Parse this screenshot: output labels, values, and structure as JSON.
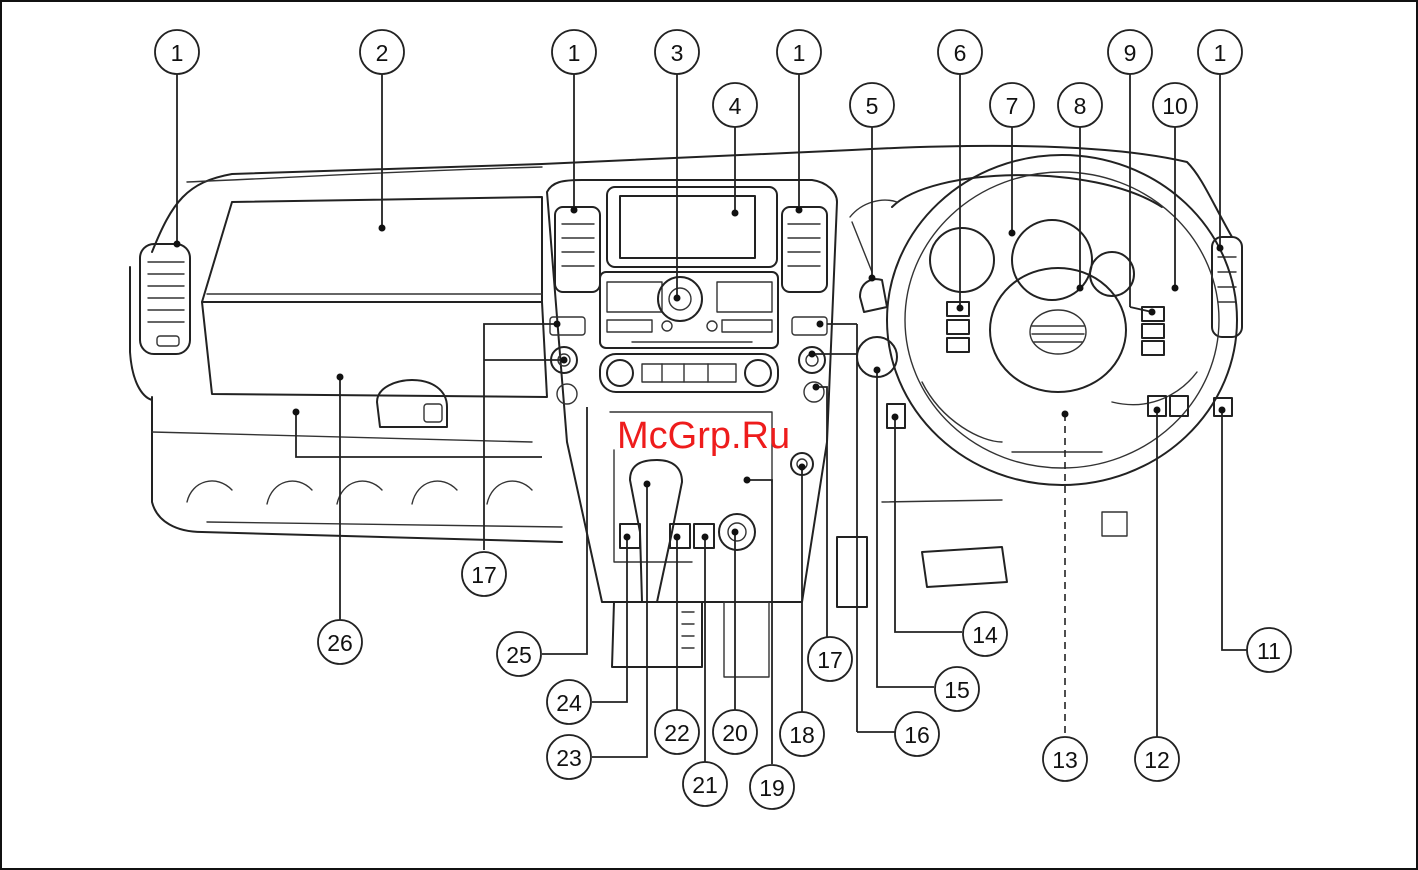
{
  "watermark": "McGrp.Ru",
  "callouts": [
    {
      "id": "c1a",
      "label": "1"
    },
    {
      "id": "c2",
      "label": "2"
    },
    {
      "id": "c1b",
      "label": "1"
    },
    {
      "id": "c3",
      "label": "3"
    },
    {
      "id": "c1c",
      "label": "1"
    },
    {
      "id": "c4",
      "label": "4"
    },
    {
      "id": "c5",
      "label": "5"
    },
    {
      "id": "c6",
      "label": "6"
    },
    {
      "id": "c7",
      "label": "7"
    },
    {
      "id": "c8",
      "label": "8"
    },
    {
      "id": "c9",
      "label": "9"
    },
    {
      "id": "c10",
      "label": "10"
    },
    {
      "id": "c1d",
      "label": "1"
    },
    {
      "id": "c17a",
      "label": "17"
    },
    {
      "id": "c26",
      "label": "26"
    },
    {
      "id": "c25",
      "label": "25"
    },
    {
      "id": "c24",
      "label": "24"
    },
    {
      "id": "c23",
      "label": "23"
    },
    {
      "id": "c22",
      "label": "22"
    },
    {
      "id": "c21",
      "label": "21"
    },
    {
      "id": "c20",
      "label": "20"
    },
    {
      "id": "c19",
      "label": "19"
    },
    {
      "id": "c18",
      "label": "18"
    },
    {
      "id": "c17b",
      "label": "17"
    },
    {
      "id": "c16",
      "label": "16"
    },
    {
      "id": "c15",
      "label": "15"
    },
    {
      "id": "c14",
      "label": "14"
    },
    {
      "id": "c13",
      "label": "13"
    },
    {
      "id": "c12",
      "label": "12"
    },
    {
      "id": "c11",
      "label": "11"
    }
  ]
}
